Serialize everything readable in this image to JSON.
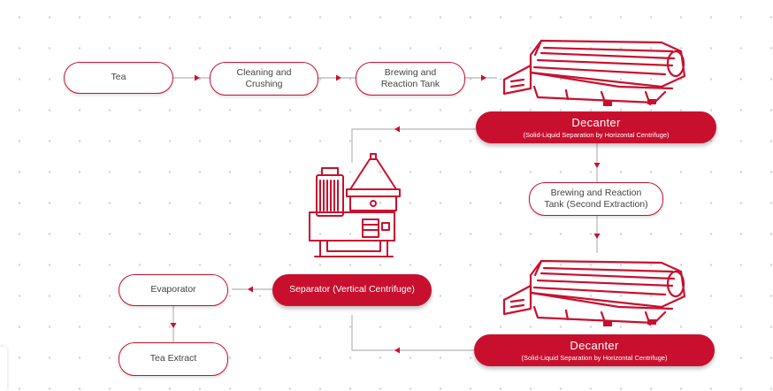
{
  "colors": {
    "accent": "#c8102e",
    "connector": "#b5b5b5",
    "text": "#444444"
  },
  "nodes": {
    "tea": "Tea",
    "cleaning": "Cleaning and\nCrushing",
    "brewing_tank": "Brewing and\nReaction Tank",
    "decanter_1": {
      "title": "Decanter",
      "subtitle": "(Solid-Liquid Separation by Horizontal Centrifuge)"
    },
    "brewing_second": "Brewing and Reaction\nTank (Second Extraction)",
    "decanter_2": {
      "title": "Decanter",
      "subtitle": "(Solid-Liquid Separation by Horizontal Centrifuge)"
    },
    "separator": "Separator (Vertical Centrifuge)",
    "evaporator": "Evaporator",
    "tea_extract": "Tea Extract"
  },
  "icons": [
    "decanter-machine-icon",
    "decanter-machine-icon",
    "vertical-centrifuge-separator-icon"
  ]
}
